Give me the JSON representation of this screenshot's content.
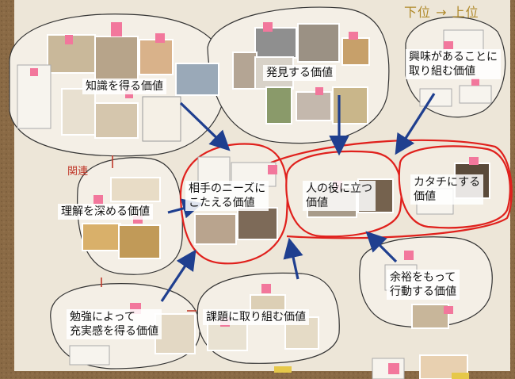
{
  "header_note": "下位 → 上位",
  "side_note": "関連",
  "clusters": [
    {
      "label": "知識を得る価値"
    },
    {
      "label": "発見する価値"
    },
    {
      "label": "興味があることに\n取り組む価値"
    },
    {
      "label": "相手のニーズに\nこたえる価値"
    },
    {
      "label": "人の役に立つ\n価値"
    },
    {
      "label": "カタチにする\n価値"
    },
    {
      "label": "理解を深める価値"
    },
    {
      "label": "余裕をもって\n行動する価値"
    },
    {
      "label": "勉強によって\n充実感を得る価値"
    },
    {
      "label": "課題に取り組む価値"
    }
  ],
  "colors": {
    "arrow": "#1f3f8f",
    "highlight": "#e0201c",
    "paper": "#ede6d8",
    "sticky": "#f2779c"
  }
}
